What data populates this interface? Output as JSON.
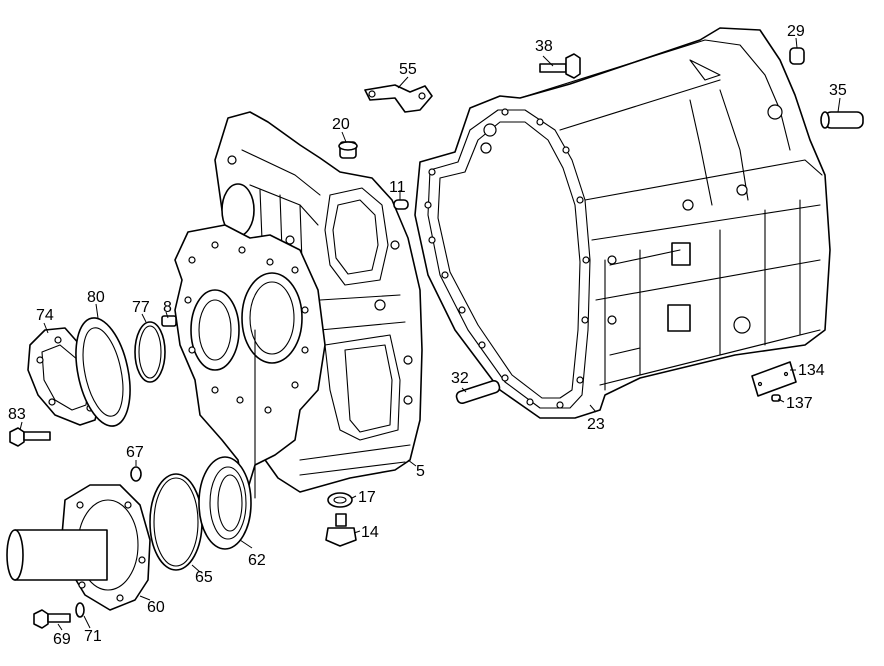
{
  "callouts": [
    {
      "id": "38",
      "text": "38"
    },
    {
      "id": "55",
      "text": "55"
    },
    {
      "id": "29",
      "text": "29"
    },
    {
      "id": "35",
      "text": "35"
    },
    {
      "id": "20",
      "text": "20"
    },
    {
      "id": "11",
      "text": "11"
    },
    {
      "id": "74",
      "text": "74"
    },
    {
      "id": "80",
      "text": "80"
    },
    {
      "id": "77",
      "text": "77"
    },
    {
      "id": "8",
      "text": "8"
    },
    {
      "id": "83",
      "text": "83"
    },
    {
      "id": "32",
      "text": "32"
    },
    {
      "id": "134",
      "text": "134"
    },
    {
      "id": "137",
      "text": "137"
    },
    {
      "id": "23",
      "text": "23"
    },
    {
      "id": "67",
      "text": "67"
    },
    {
      "id": "5",
      "text": "5"
    },
    {
      "id": "17",
      "text": "17"
    },
    {
      "id": "14",
      "text": "14"
    },
    {
      "id": "62",
      "text": "62"
    },
    {
      "id": "65",
      "text": "65"
    },
    {
      "id": "60",
      "text": "60"
    },
    {
      "id": "69",
      "text": "69"
    },
    {
      "id": "71",
      "text": "71"
    }
  ]
}
